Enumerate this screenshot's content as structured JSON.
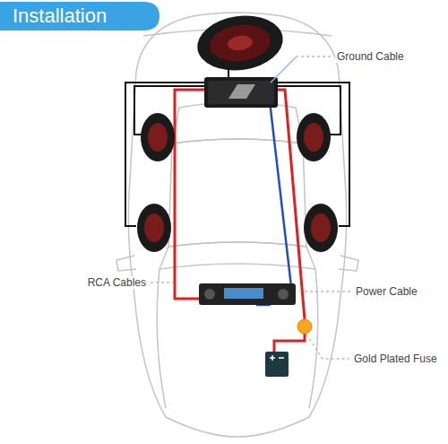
{
  "diagram": {
    "title": "Installation",
    "labels": [
      "Ground Cable",
      "RCA Cables",
      "Power Cable",
      "Gold Plated Fuse"
    ]
  }
}
